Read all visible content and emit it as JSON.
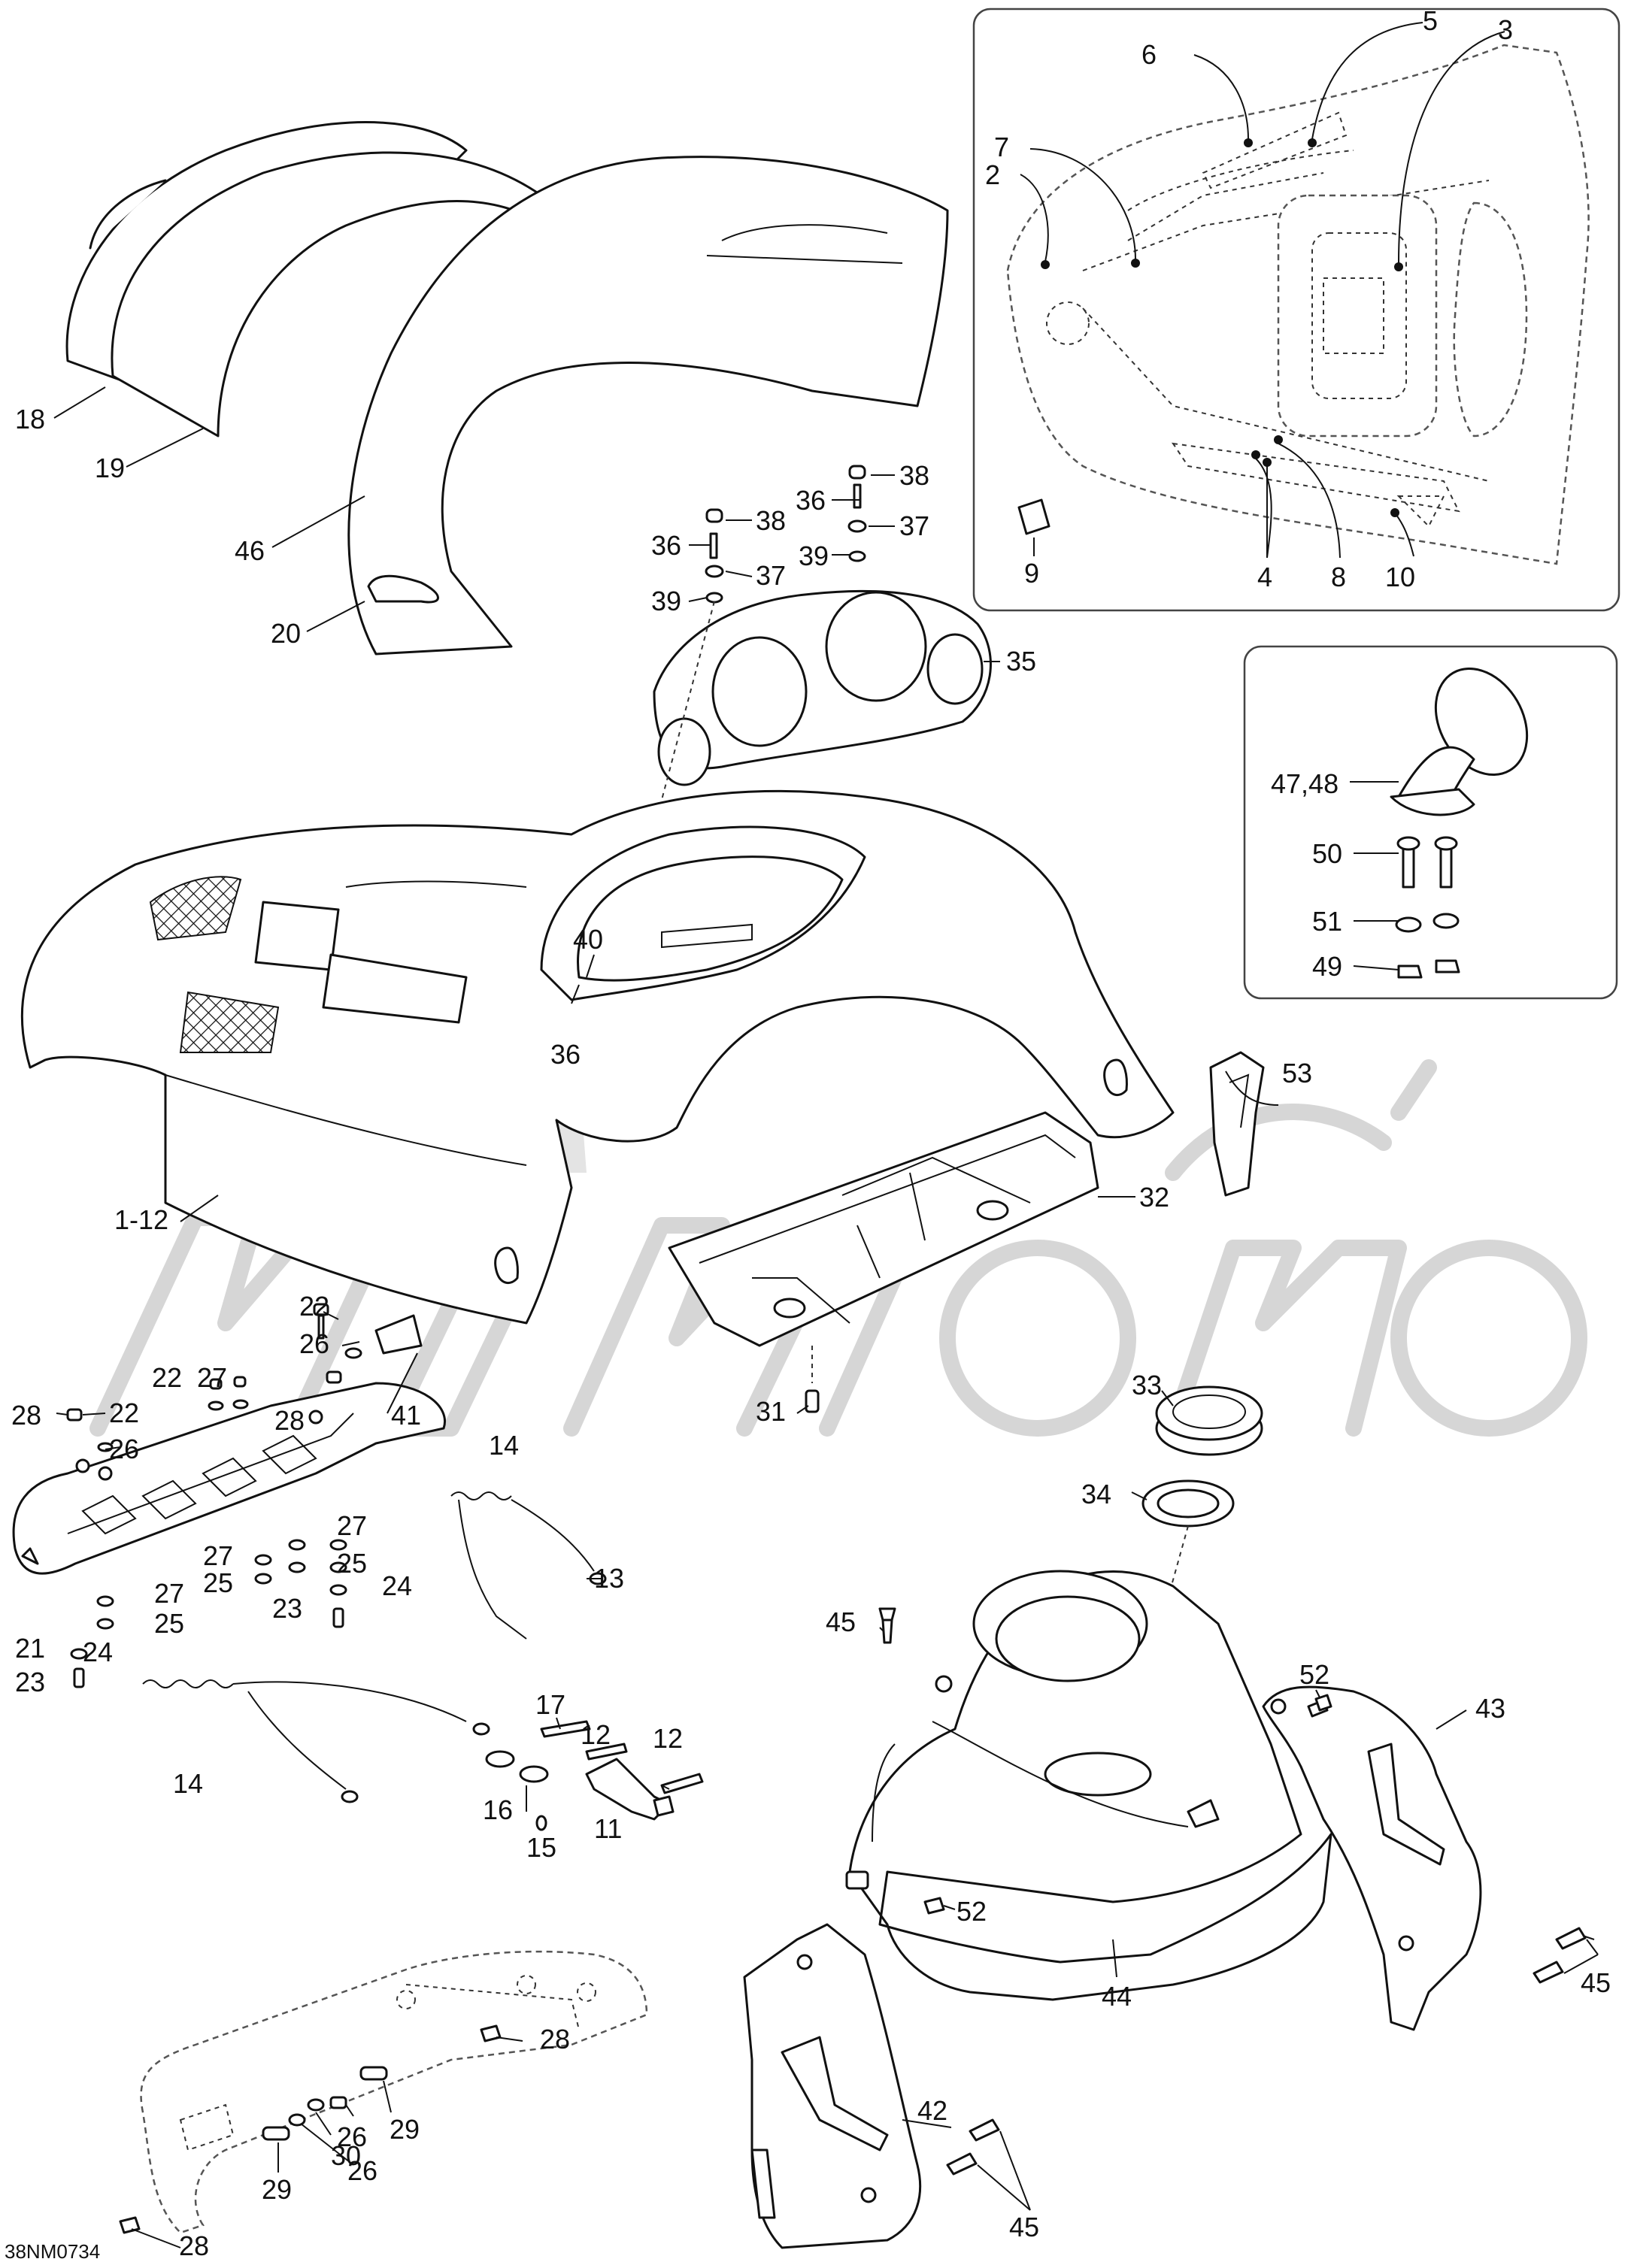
{
  "figure": {
    "code": "38NM0734"
  },
  "callouts": [
    {
      "id": "c6",
      "text": "6"
    },
    {
      "id": "c5",
      "text": "5"
    },
    {
      "id": "c3",
      "text": "3"
    },
    {
      "id": "c7",
      "text": "7"
    },
    {
      "id": "c2",
      "text": "2"
    },
    {
      "id": "c9",
      "text": "9"
    },
    {
      "id": "c4",
      "text": "4"
    },
    {
      "id": "c8",
      "text": "8"
    },
    {
      "id": "c10",
      "text": "10"
    },
    {
      "id": "c18",
      "text": "18"
    },
    {
      "id": "c19",
      "text": "19"
    },
    {
      "id": "c46",
      "text": "46"
    },
    {
      "id": "c20",
      "text": "20"
    },
    {
      "id": "c38a",
      "text": "38"
    },
    {
      "id": "c36a",
      "text": "36"
    },
    {
      "id": "c37a",
      "text": "37"
    },
    {
      "id": "c39a",
      "text": "39"
    },
    {
      "id": "c38b",
      "text": "38"
    },
    {
      "id": "c36b",
      "text": "36"
    },
    {
      "id": "c37b",
      "text": "37"
    },
    {
      "id": "c39b",
      "text": "39"
    },
    {
      "id": "c35",
      "text": "35"
    },
    {
      "id": "c4748",
      "text": "47,48"
    },
    {
      "id": "c50",
      "text": "50"
    },
    {
      "id": "c51",
      "text": "51"
    },
    {
      "id": "c49",
      "text": "49"
    },
    {
      "id": "c40",
      "text": "40"
    },
    {
      "id": "c36c",
      "text": "36"
    },
    {
      "id": "c53",
      "text": "53"
    },
    {
      "id": "c32",
      "text": "32"
    },
    {
      "id": "c112",
      "text": "1-12"
    },
    {
      "id": "c22a",
      "text": "22"
    },
    {
      "id": "c26a",
      "text": "26"
    },
    {
      "id": "c22b",
      "text": "22"
    },
    {
      "id": "c27a",
      "text": "27"
    },
    {
      "id": "c41",
      "text": "41"
    },
    {
      "id": "c28a",
      "text": "28"
    },
    {
      "id": "c22c",
      "text": "22"
    },
    {
      "id": "c28b",
      "text": "28"
    },
    {
      "id": "c26b",
      "text": "26"
    },
    {
      "id": "c31",
      "text": "31"
    },
    {
      "id": "c33",
      "text": "33"
    },
    {
      "id": "c14a",
      "text": "14"
    },
    {
      "id": "c27b",
      "text": "27"
    },
    {
      "id": "c25a",
      "text": "25"
    },
    {
      "id": "c34",
      "text": "34"
    },
    {
      "id": "c13",
      "text": "13"
    },
    {
      "id": "c27c",
      "text": "27"
    },
    {
      "id": "c25b",
      "text": "25"
    },
    {
      "id": "c24a",
      "text": "24"
    },
    {
      "id": "c23a",
      "text": "23"
    },
    {
      "id": "c27d",
      "text": "27"
    },
    {
      "id": "c25c",
      "text": "25"
    },
    {
      "id": "c45a",
      "text": "45"
    },
    {
      "id": "c21",
      "text": "21"
    },
    {
      "id": "c24b",
      "text": "24"
    },
    {
      "id": "c23b",
      "text": "23"
    },
    {
      "id": "c52a",
      "text": "52"
    },
    {
      "id": "c43",
      "text": "43"
    },
    {
      "id": "c17",
      "text": "17"
    },
    {
      "id": "c12a",
      "text": "12"
    },
    {
      "id": "c12b",
      "text": "12"
    },
    {
      "id": "c14b",
      "text": "14"
    },
    {
      "id": "c16",
      "text": "16"
    },
    {
      "id": "c15",
      "text": "15"
    },
    {
      "id": "c11",
      "text": "11"
    },
    {
      "id": "c52b",
      "text": "52"
    },
    {
      "id": "c45b",
      "text": "45"
    },
    {
      "id": "c28c",
      "text": "28"
    },
    {
      "id": "c44",
      "text": "44"
    },
    {
      "id": "c42",
      "text": "42"
    },
    {
      "id": "c26c",
      "text": "26"
    },
    {
      "id": "c29a",
      "text": "29"
    },
    {
      "id": "c30",
      "text": "30"
    },
    {
      "id": "c29b",
      "text": "29"
    },
    {
      "id": "c26d",
      "text": "26"
    },
    {
      "id": "c45c",
      "text": "45"
    },
    {
      "id": "c28d",
      "text": "28"
    }
  ]
}
